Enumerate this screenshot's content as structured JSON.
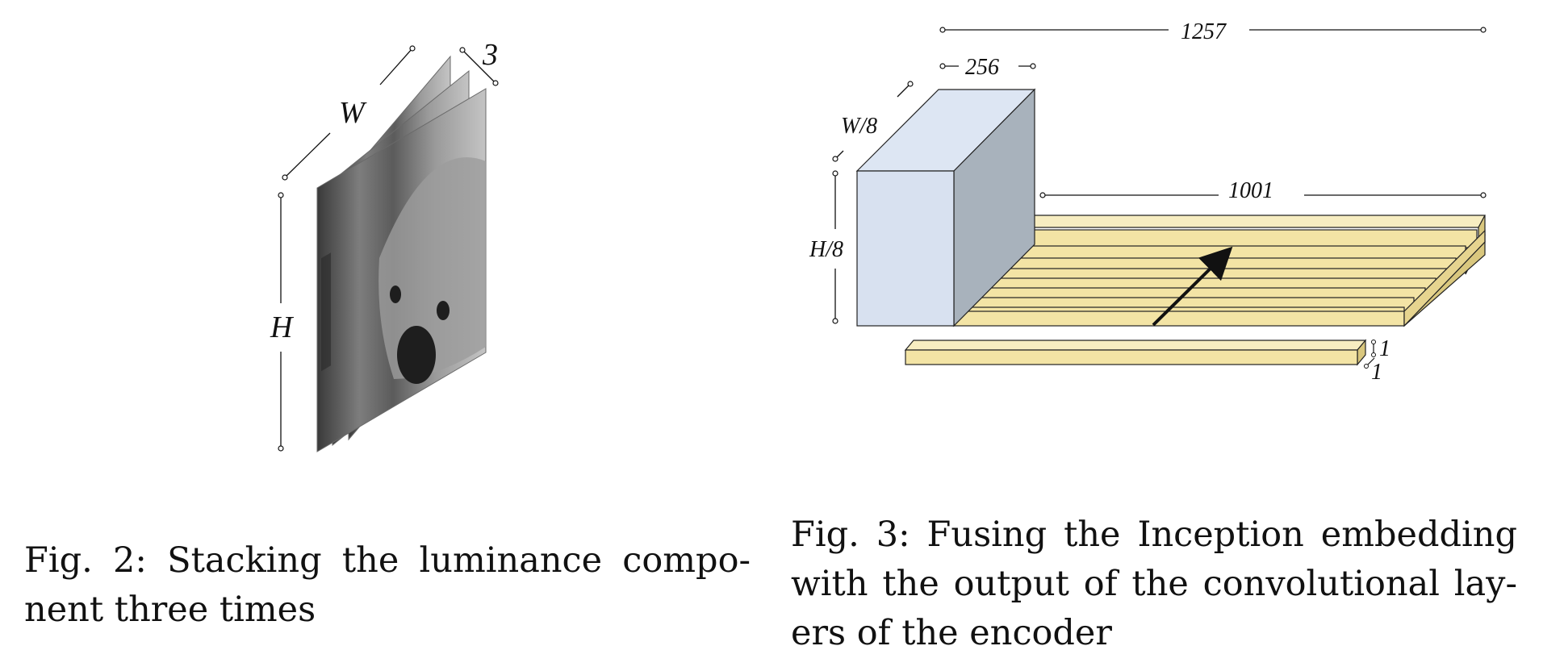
{
  "figure2": {
    "label_w": "W",
    "label_h": "H",
    "label_depth": "3",
    "caption": "Fig. 2: Stacking the luminance compo-nent three times"
  },
  "figure3": {
    "label_total": "1257",
    "label_channels": "256",
    "label_w8": "W/8",
    "label_h8": "H/8",
    "label_embedding": "1001",
    "label_one_a": "1",
    "label_one_b": "1",
    "caption": "Fig. 3: Fusing the Inception embedding with the output of the convolutional lay-ers of the encoder"
  },
  "colors": {
    "cube_front": "#d8e1f0",
    "cube_top": "#dde6f3",
    "cube_side": "#a8b2bc",
    "bar_fill": "#f3e4a5",
    "bar_side": "#d9c77e",
    "ink": "#111111"
  }
}
